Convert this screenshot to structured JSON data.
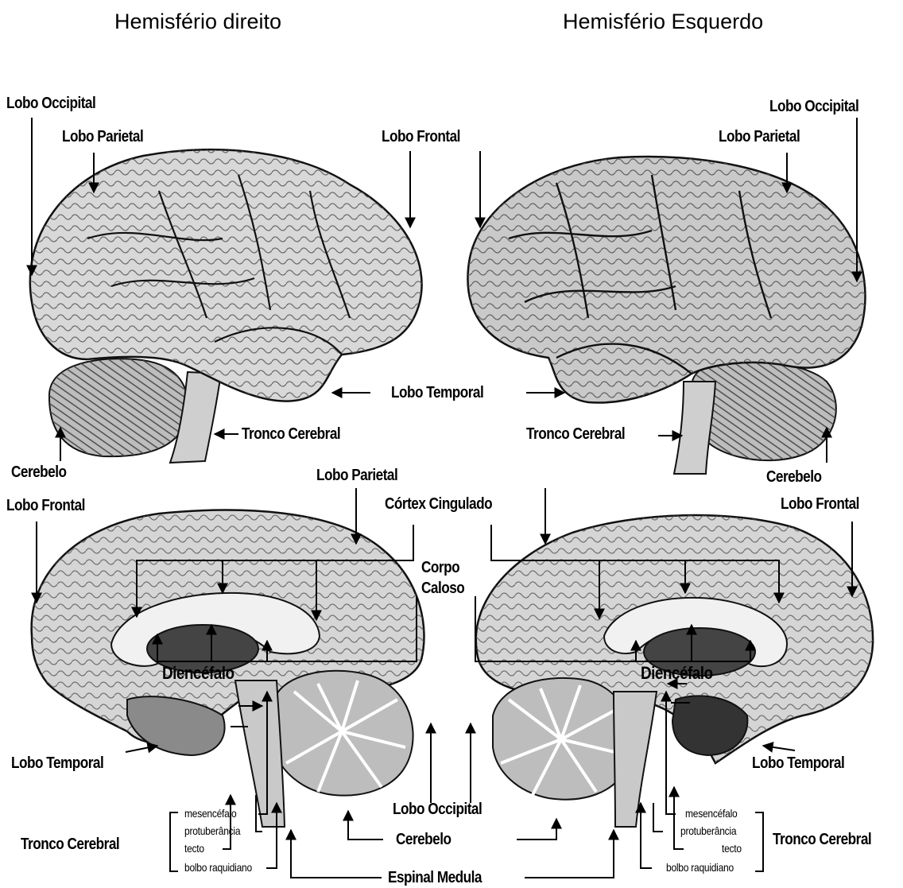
{
  "titles": {
    "right_hemisphere": "Hemisfério direito",
    "left_hemisphere": "Hemisfério Esquerdo"
  },
  "top_left": {
    "lobo_occipital": "Lobo Occipital",
    "lobo_parietal": "Lobo Parietal",
    "lobo_frontal": "Lobo Frontal",
    "tronco_cerebral": "Tronco Cerebral",
    "cerebelo": "Cerebelo"
  },
  "top_shared": {
    "lobo_temporal": "Lobo Temporal"
  },
  "top_right": {
    "lobo_occipital": "Lobo Occipital",
    "lobo_parietal": "Lobo Parietal",
    "tronco_cerebral": "Tronco Cerebral",
    "cerebelo": "Cerebelo"
  },
  "bottom_left": {
    "lobo_frontal": "Lobo Frontal",
    "lobo_parietal": "Lobo Parietal",
    "diencefalo": "Diencéfalo",
    "lobo_temporal": "Lobo Temporal",
    "tronco_cerebral": "Tronco Cerebral",
    "mesencefalo": "mesencéfalo",
    "protuberancia": "protuberância",
    "tecto": "tecto",
    "bolbo_raquidiano": "bolbo raquidiano"
  },
  "bottom_shared": {
    "cortex_cingulado": "Córtex Cingulado",
    "corpo": "Corpo",
    "caloso": "Caloso",
    "lobo_occipital": "Lobo Occipital",
    "cerebelo": "Cerebelo",
    "espinal_medula": "Espinal Medula"
  },
  "bottom_right": {
    "lobo_frontal": "Lobo Frontal",
    "diencefalo": "Diencéfalo",
    "lobo_temporal": "Lobo Temporal",
    "tronco_cerebral": "Tronco Cerebral",
    "mesencefalo": "mesencéfalo",
    "protuberancia": "protuberância",
    "tecto": "tecto",
    "bolbo_raquidiano": "bolbo raquidiano"
  }
}
